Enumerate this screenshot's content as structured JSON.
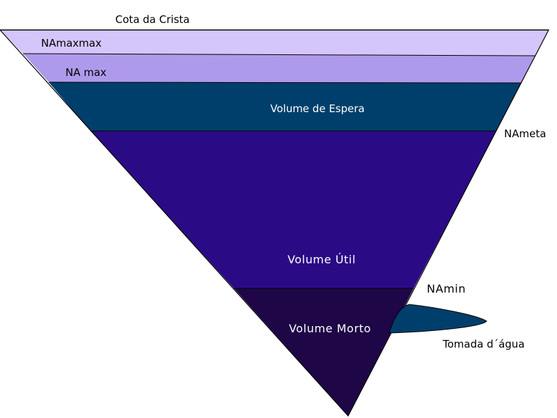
{
  "colors": {
    "background": "#ffffff",
    "nivel_maximo_maximorum": "#d4c5fb",
    "nivel_maximo": "#ae9aea",
    "volume_espera": "#003f6b",
    "volume_util": "#2b0a85",
    "volume_morto": "#1e0647",
    "tomada_agua": "#003f6b",
    "outline": "#000000"
  },
  "labels": {
    "cota_crista": "Cota da Crista",
    "na_maxmax": "NAmaxmax",
    "na_max": "NA max",
    "volume_espera": "Volume de Espera",
    "na_meta": "NAmeta",
    "volume_util": "Volume Útil",
    "na_min": "NAmin",
    "volume_morto": "Volume Morto",
    "tomada_agua": "Tomada d´água"
  }
}
